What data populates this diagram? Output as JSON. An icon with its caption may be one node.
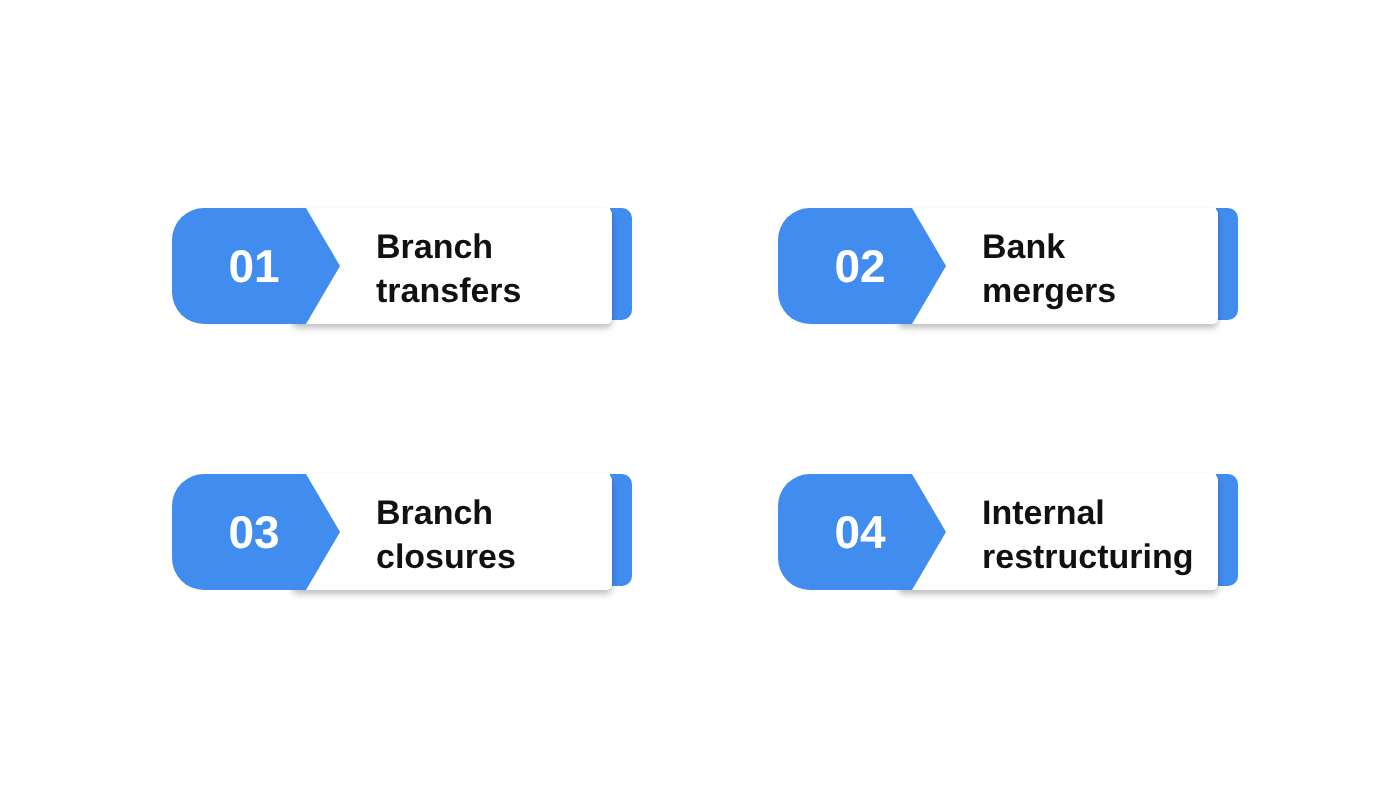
{
  "diagram": {
    "nodes": [
      {
        "text": [
          "01",
          "Branch transfers"
        ]
      },
      {
        "text": [
          "02",
          "Bank mergers"
        ]
      },
      {
        "text": [
          "03",
          "Branch closures"
        ]
      },
      {
        "text": [
          "04",
          "Internal restructuring"
        ]
      }
    ]
  }
}
